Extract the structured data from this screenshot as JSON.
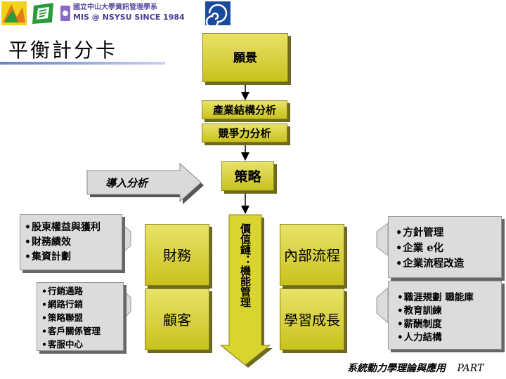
{
  "header": {
    "logo_line1": "國立中山大學資訊管理學系",
    "logo_line2": "MIS @ NSYSU SINCE 1984",
    "colors": {
      "logo_green": "#2a9a3a",
      "logo_orange": "#e8781c",
      "logo_blue": "#1a4aa0",
      "logo_purple": "#5a4aa0"
    }
  },
  "title": "平衡計分卡",
  "diagram": {
    "vision": "願景",
    "industry": "產業結構分析",
    "competition": "競爭力分析",
    "strategy": "策略",
    "import_analysis": "導入分析",
    "finance": "財務",
    "customer": "顧客",
    "internal": "內部流程",
    "learning": "學習成長",
    "value_chain": "價值鏈：機能管理"
  },
  "left_top_list": [
    "股東權益與獲利",
    "財務績效",
    "集資計劃"
  ],
  "left_bottom_list": [
    "行銷通路",
    "網路行銷",
    "策略聯盟",
    "客戶關係管理",
    "客服中心"
  ],
  "right_top_list": [
    "方針管理",
    "企業 e化",
    "企業流程改造"
  ],
  "right_bottom_list": [
    "職涯規劃 職能庫",
    "教育訓練",
    "薪酬制度",
    "人力結構"
  ],
  "footer": {
    "course": "系統動力學理論與應用",
    "part": "PART"
  },
  "colors": {
    "olive": "#c9c21c",
    "olive_dark": "#6d6a1f",
    "arrow_gray": "#d8d8d8",
    "panel_gray": "#dcdcdc"
  }
}
